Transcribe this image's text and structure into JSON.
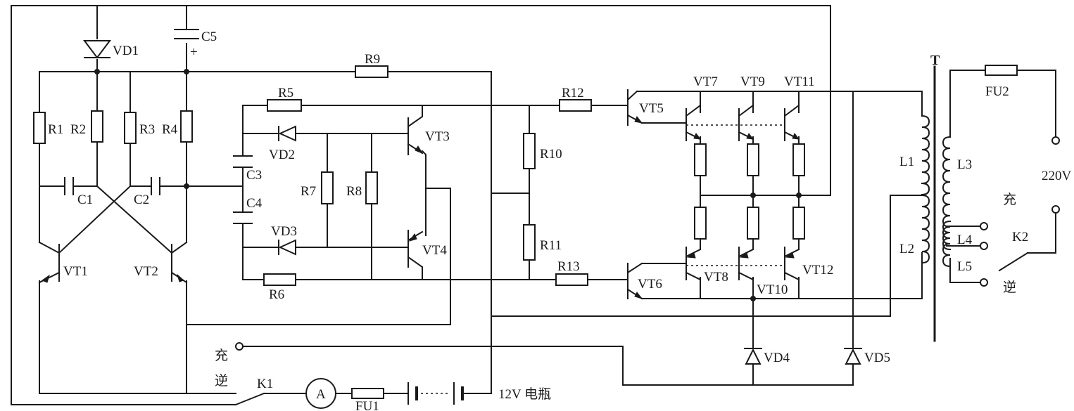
{
  "labels": {
    "VD1": "VD1",
    "C5": "C5",
    "C5_pol": "+",
    "R9": "R9",
    "R1": "R1",
    "R2": "R2",
    "R3": "R3",
    "R4": "R4",
    "C1": "C1",
    "C2": "C2",
    "VT1": "VT1",
    "VT2": "VT2",
    "R5": "R5",
    "VD2": "VD2",
    "C3": "C3",
    "C4": "C4",
    "R7": "R7",
    "R8": "R8",
    "VT3": "VT3",
    "VT4": "VT4",
    "VD3": "VD3",
    "R6": "R6",
    "R10": "R10",
    "R11": "R11",
    "R12": "R12",
    "R13": "R13",
    "VT5": "VT5",
    "VT6": "VT6",
    "VT7": "VT7",
    "VT9": "VT9",
    "VT11": "VT11",
    "VT8": "VT8",
    "VT10": "VT10",
    "VT12": "VT12",
    "VD4": "VD4",
    "VD5": "VD5",
    "T": "T",
    "L1": "L1",
    "L2": "L2",
    "L3": "L3",
    "L4": "L4",
    "L5": "L5",
    "FU2": "FU2",
    "V220": "220V",
    "chong_right": "充",
    "K2": "K2",
    "ni_right": "逆",
    "chong_left": "充",
    "ni_left": "逆",
    "K1": "K1",
    "A": "A",
    "FU1": "FU1",
    "battery": "12V 电瓶"
  }
}
